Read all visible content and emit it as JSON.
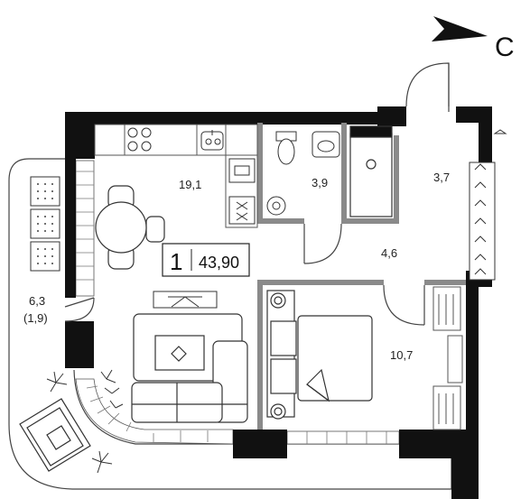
{
  "plan": {
    "rooms_count": "1",
    "total_area": "43,90",
    "compass_label": "С",
    "rooms": {
      "kitchen_living": "19,1",
      "bathroom": "3,9",
      "wardrobe": "3,7",
      "hallway": "4,6",
      "bedroom": "10,7",
      "balcony_area": "6,3",
      "balcony_coef": "(1,9)"
    }
  }
}
